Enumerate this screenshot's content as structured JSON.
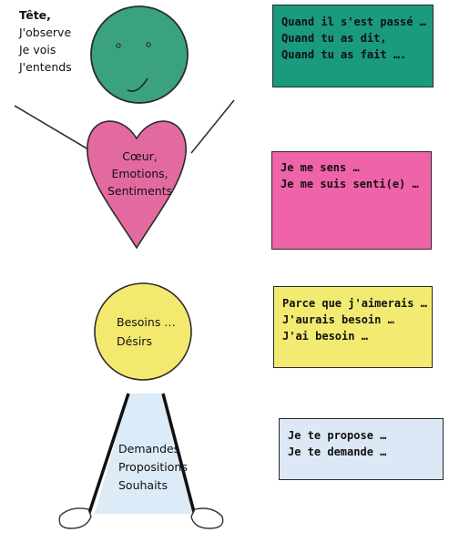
{
  "figure": {
    "head": {
      "lines": [
        "Tête,",
        "J'observe",
        "Je vois",
        "J'entends"
      ]
    },
    "heart": {
      "lines": [
        "Cœur,",
        "Emotions,",
        "Sentiments"
      ]
    },
    "belly": {
      "lines": [
        "Besoins …",
        "Désirs"
      ]
    },
    "legs": {
      "lines": [
        "Demandes",
        "Propositions",
        "Souhaits"
      ]
    }
  },
  "boxes": [
    {
      "lines": [
        "Quand il s'est passé …",
        "Quand tu as dit,",
        "Quand tu as fait …."
      ]
    },
    {
      "lines": [
        "Je me sens …",
        "Je me suis senti(e) …"
      ]
    },
    {
      "lines": [
        "Parce que j'aimerais …",
        "J'aurais besoin …",
        "J'ai besoin …"
      ]
    },
    {
      "lines": [
        "Je te propose …",
        "Je te demande …"
      ]
    }
  ],
  "colors": {
    "head": "#3aa27c",
    "heart": "#e36aa0",
    "belly": "#f4e96f",
    "legs_fill": "#dcebf8",
    "box1": "#1a9a7f",
    "box2": "#ef64a8",
    "box3": "#f3ea72",
    "box4": "#dde8f6"
  }
}
